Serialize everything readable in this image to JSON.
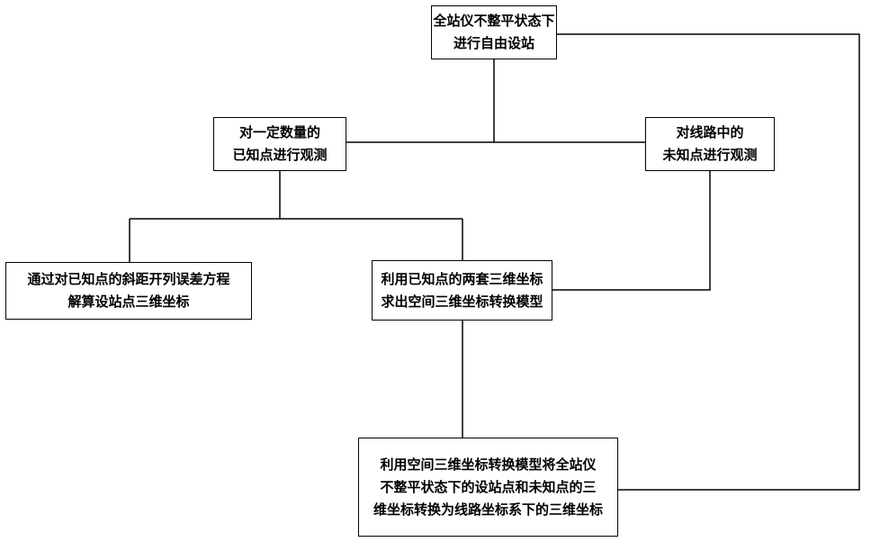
{
  "flowchart": {
    "nodes": {
      "setup": {
        "lines": [
          "全站仪不整平状态下",
          "进行自由设站"
        ]
      },
      "observe_known": {
        "lines": [
          "对一定数量的",
          "已知点进行观测"
        ]
      },
      "observe_unknown": {
        "lines": [
          "对线路中的",
          "未知点进行观测"
        ]
      },
      "solve_station": {
        "lines": [
          "通过对已知点的斜距开列误差方程",
          "解算设站点三维坐标"
        ]
      },
      "transform_model": {
        "lines": [
          "利用已知点的两套三维坐标",
          "求出空间三维坐标转换模型"
        ]
      },
      "convert": {
        "lines": [
          "利用空间三维坐标转换模型将全站仪",
          "不整平状态下的设站点和未知点的三",
          "维坐标转换为线路坐标系下的三维坐标"
        ]
      }
    },
    "edges": [
      [
        "setup",
        "observe_known"
      ],
      [
        "setup",
        "observe_unknown"
      ],
      [
        "observe_known",
        "solve_station"
      ],
      [
        "observe_known",
        "transform_model"
      ],
      [
        "observe_unknown",
        "transform_model"
      ],
      [
        "transform_model",
        "convert"
      ],
      [
        "setup",
        "convert"
      ]
    ]
  }
}
